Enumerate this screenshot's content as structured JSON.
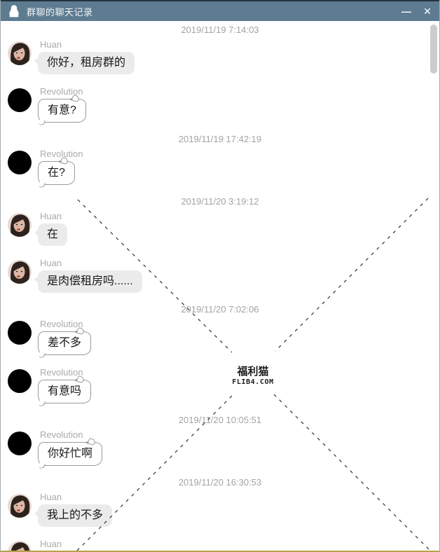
{
  "window": {
    "title": "群聊的聊天记录",
    "controls": {
      "minimize": "—",
      "close": "✕"
    }
  },
  "watermark": {
    "line1": "福利猫",
    "line2": "FLIB4.COM"
  },
  "chat": {
    "items": [
      {
        "type": "timestamp",
        "text": "2019/11/19 7:14:03"
      },
      {
        "type": "message",
        "user": "Huan",
        "avatar": "huan",
        "bubble": "gray",
        "text": "你好，租房群的"
      },
      {
        "type": "message",
        "user": "Revolution",
        "avatar": "black",
        "bubble": "outlined",
        "text": "有意?"
      },
      {
        "type": "timestamp",
        "text": "2019/11/19 17:42:19"
      },
      {
        "type": "message",
        "user": "Revolution",
        "avatar": "black",
        "bubble": "outlined",
        "text": "在?"
      },
      {
        "type": "timestamp",
        "text": "2019/11/20 3:19:12"
      },
      {
        "type": "message",
        "user": "Huan",
        "avatar": "huan",
        "bubble": "gray",
        "text": "在"
      },
      {
        "type": "message",
        "user": "Huan",
        "avatar": "huan",
        "bubble": "gray",
        "text": "是肉偿租房吗......"
      },
      {
        "type": "timestamp",
        "text": "2019/11/20 7:02:06"
      },
      {
        "type": "message",
        "user": "Revolution",
        "avatar": "black",
        "bubble": "outlined",
        "text": "差不多"
      },
      {
        "type": "message",
        "user": "Revolution",
        "avatar": "black",
        "bubble": "outlined",
        "text": "有意吗"
      },
      {
        "type": "timestamp",
        "text": "2019/11/20 10:05:51"
      },
      {
        "type": "message",
        "user": "Revolution",
        "avatar": "black",
        "bubble": "outlined",
        "text": "你好忙啊"
      },
      {
        "type": "timestamp",
        "text": "2019/11/20 16:30:53"
      },
      {
        "type": "message",
        "user": "Huan",
        "avatar": "huan",
        "bubble": "gray",
        "text": "我上的不多"
      },
      {
        "type": "message",
        "user": "Huan",
        "avatar": "huan",
        "bubble": "gray",
        "text": ""
      }
    ]
  }
}
